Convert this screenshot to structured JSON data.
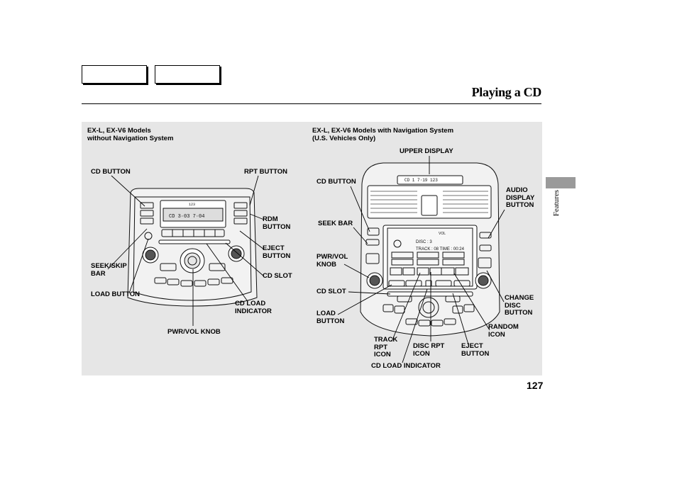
{
  "page": {
    "title": "Playing a CD",
    "section": "Features",
    "page_number": "127"
  },
  "left": {
    "header": "EX-L, EX-V6 Models\nwithout Navigation System",
    "labels": {
      "cd_button": "CD BUTTON",
      "rpt_button": "RPT BUTTON",
      "rdm_button": "RDM\nBUTTON",
      "eject_button": "EJECT\nBUTTON",
      "cd_slot": "CD SLOT",
      "seek_skip_bar": "SEEK/SKIP\nBAR",
      "load_button": "LOAD BUTTON",
      "cd_load_indicator": "CD LOAD\nINDICATOR",
      "pwr_vol_knob": "PWR/VOL KNOB"
    },
    "display": {
      "row1": "CD  3·03   7·04",
      "top": "123"
    }
  },
  "right": {
    "header": "EX-L, EX-V6 Models with Navigation System\n(U.S. Vehicles Only)",
    "labels": {
      "upper_display": "UPPER DISPLAY",
      "cd_button": "CD BUTTON",
      "audio_display_button": "AUDIO\nDISPLAY\nBUTTON",
      "seek_bar": "SEEK BAR",
      "pwr_vol_knob": "PWR/VOL\nKNOB",
      "cd_slot": "CD SLOT",
      "load_button": "LOAD\nBUTTON",
      "change_disc_button": "CHANGE\nDISC\nBUTTON",
      "random_icon": "RANDOM\nICON",
      "track_rpt_icon": "TRACK\nRPT\nICON",
      "disc_rpt_icon": "DISC RPT\nICON",
      "eject_button": "EJECT\nBUTTON",
      "cd_load_indicator": "CD LOAD INDICATOR"
    },
    "screen": {
      "disc": "DISC : 3",
      "track": "TRACK : 08  TIME : 00:24",
      "vol": "VOL",
      "upper": "CD       1  7·19   123"
    }
  }
}
